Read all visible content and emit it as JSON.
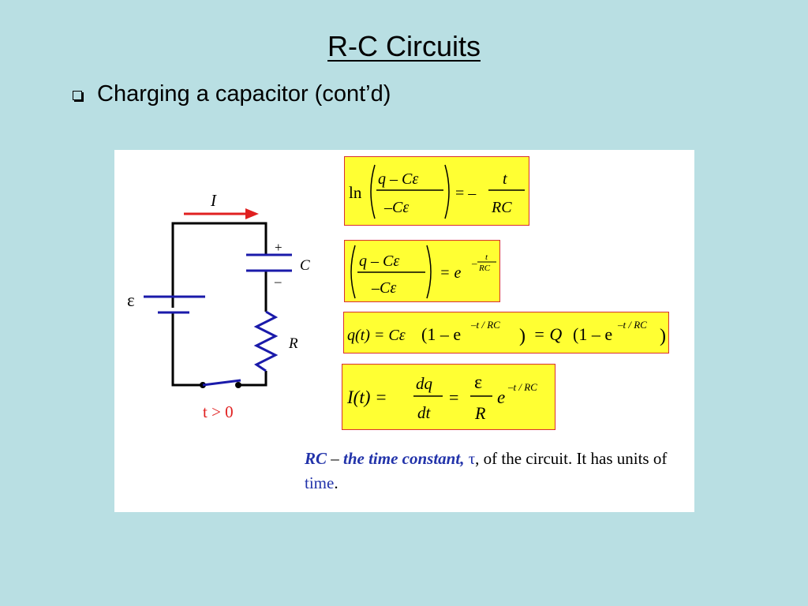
{
  "slide": {
    "title": "R-C Circuits",
    "bullet": "Charging a capacitor (cont’d)"
  },
  "circuit": {
    "current_label": "I",
    "emf_label": "ε",
    "capacitor_label": "C",
    "plus_sign": "+",
    "minus_sign": "–",
    "resistor_label": "R",
    "switch_condition": "t > 0"
  },
  "equations": {
    "eq1": {
      "ln": "ln",
      "num": "q – Cε",
      "den": "–Cε",
      "rhs_sign": "= –",
      "rhs_num": "t",
      "rhs_den": "RC"
    },
    "eq2": {
      "num": "q – Cε",
      "den": "–Cε",
      "rhs": "= e",
      "exp_sign": "–",
      "exp_num": "t",
      "exp_den": "RC"
    },
    "eq3": {
      "lhs": "q(t) = Cε",
      "paren1": "(1 – e",
      "exp1": "–t / RC",
      "close1": ")",
      "mid": "= Q",
      "paren2": "(1 – e",
      "exp2": "–t / RC",
      "close2": ")"
    },
    "eq4": {
      "lhs": "I(t) =",
      "dq": "dq",
      "dt": "dt",
      "eq": "=",
      "eps": "ε",
      "R": "R",
      "e": "e",
      "exp": "–t / RC"
    }
  },
  "note": {
    "rc": "RC",
    "dash": " – ",
    "emph": "the time constant,",
    "tau": " τ",
    "rest": ", of the circuit.  It has units of ",
    "time": "time",
    "period": "."
  },
  "colors": {
    "background": "#b9dfe3",
    "equation_box": "#ffff33",
    "capacitor_plates": "#1a1aaa",
    "resistor": "#1a1aaa",
    "current_arrow": "#e02020",
    "switch_label": "#e02020",
    "note_blue": "#2233aa"
  }
}
